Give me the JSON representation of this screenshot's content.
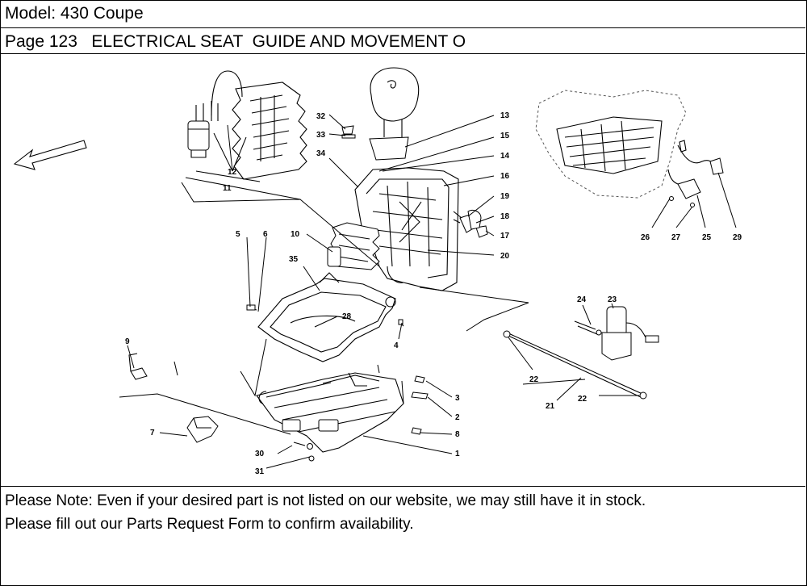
{
  "header": {
    "model": "Model: 430 Coupe",
    "page": "Page 123   ELECTRICAL SEAT  GUIDE AND MOVEMENT O"
  },
  "note": {
    "line1": "Please Note: Even if your desired part is not listed on our website, we may still have it in stock.",
    "line2": "Please fill out our Parts Request Form to confirm availability."
  },
  "callouts": {
    "c1": "1",
    "c2": "2",
    "c3": "3",
    "c4": "4",
    "c5": "5",
    "c6": "6",
    "c7": "7",
    "c8": "8",
    "c9": "9",
    "c10": "10",
    "c11": "11",
    "c12": "12",
    "c13": "13",
    "c14": "14",
    "c15": "15",
    "c16": "16",
    "c17": "17",
    "c18": "18",
    "c19": "19",
    "c20": "20",
    "c21": "21",
    "c22a": "22",
    "c22b": "22",
    "c23": "23",
    "c24": "24",
    "c25": "25",
    "c26": "26",
    "c27": "27",
    "c28": "28",
    "c29": "29",
    "c30": "30",
    "c31": "31",
    "c32": "32",
    "c33": "33",
    "c34": "34",
    "c35": "35"
  }
}
